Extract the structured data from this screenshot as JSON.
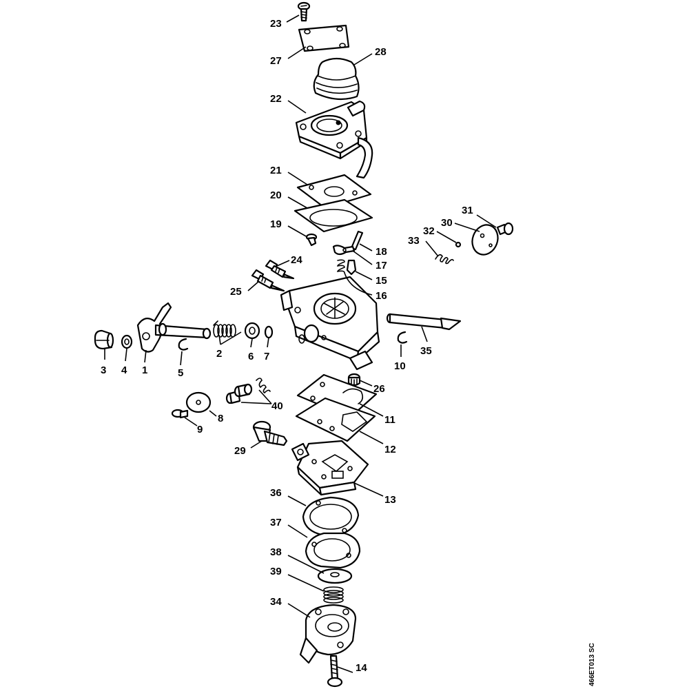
{
  "diagram": {
    "drawing_code": "466ET013 SC",
    "callouts": {
      "c1": "1",
      "c2": "2",
      "c3": "3",
      "c4": "4",
      "c5": "5",
      "c6": "6",
      "c7": "7",
      "c8": "8",
      "c9": "9",
      "c10": "10",
      "c11": "11",
      "c12": "12",
      "c13": "13",
      "c14": "14",
      "c15": "15",
      "c16": "16",
      "c17": "17",
      "c18": "18",
      "c19": "19",
      "c20": "20",
      "c21": "21",
      "c22": "22",
      "c23": "23",
      "c24": "24",
      "c25": "25",
      "c26": "26",
      "c27": "27",
      "c28": "28",
      "c29": "29",
      "c30": "30",
      "c31": "31",
      "c32": "32",
      "c33": "33",
      "c34": "34",
      "c35": "35",
      "c36": "36",
      "c37": "37",
      "c38": "38",
      "c39": "39",
      "c40": "40"
    }
  }
}
